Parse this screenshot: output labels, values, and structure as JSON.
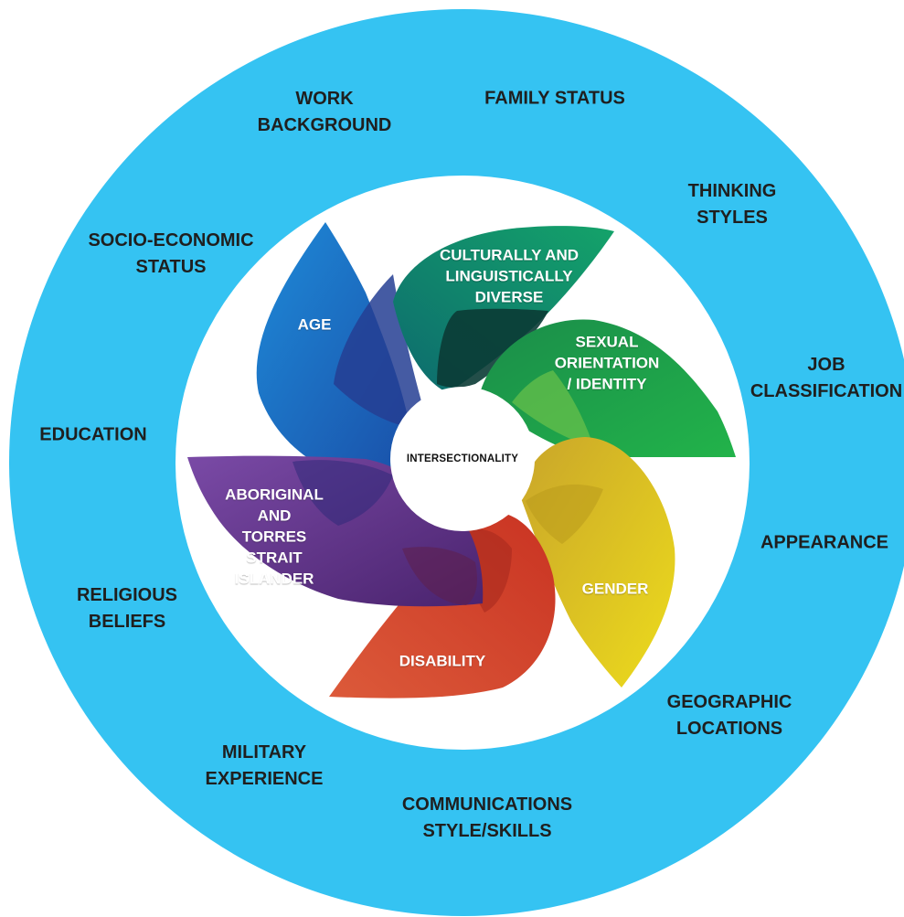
{
  "outer_ring": {
    "color": "#35c3f2",
    "labels": {
      "work_background": "WORK\nBACKGROUND",
      "family_status": "FAMILY STATUS",
      "thinking_styles": "THINKING\nSTYLES",
      "job_classification": "JOB\nCLASSIFICATION",
      "appearance": "APPEARANCE",
      "geographic_locations": "GEOGRAPHIC\nLOCATIONS",
      "communications_style": "COMMUNICATIONS\nSTYLE/SKILLS",
      "military_experience": "MILITARY\nEXPERIENCE",
      "religious_beliefs": "RELIGIOUS\nBELIEFS",
      "education": "EDUCATION",
      "socio_economic_status": "SOCIO-ECONOMIC\nSTATUS"
    }
  },
  "petals": {
    "age": {
      "label": "AGE",
      "color": "#1a6fc4"
    },
    "cald": {
      "label": "CULTURALLY AND\nLINGUISTICALLY\nDIVERSE",
      "color": "#0f8c72"
    },
    "sexual": {
      "label": "SEXUAL\nORIENTATION\n/ IDENTITY",
      "color": "#2aab48"
    },
    "gender": {
      "label": "GENDER",
      "color": "#e6c41f"
    },
    "disability": {
      "label": "DISABILITY",
      "color": "#d2412b"
    },
    "atsi": {
      "label": "ABORIGINAL\nAND\nTORRES\nSTRAIT\nISLANDER",
      "color": "#6a3694"
    }
  },
  "center": {
    "label": "INTERSECTIONALITY"
  }
}
